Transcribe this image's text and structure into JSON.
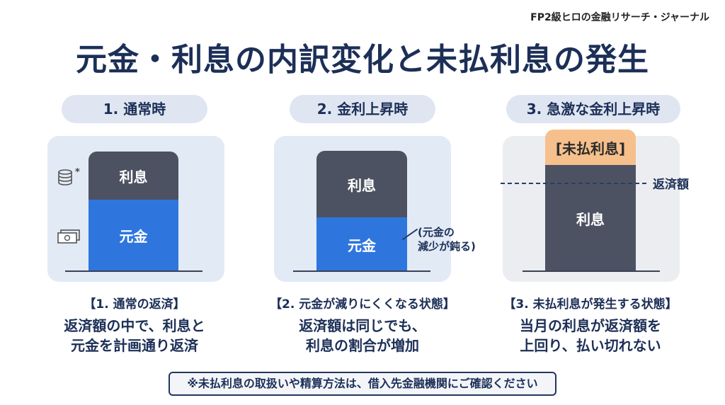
{
  "brand": "FP2級ヒロの金融リサーチ・ジャーナル",
  "title": "元金・利息の内訳変化と未払利息の発生",
  "columns": [
    {
      "heading": "1. 通常時",
      "blocks": {
        "top": "利息",
        "bottom": "元金"
      },
      "icon_note": "*",
      "caption_head": "【1. 通常の返済】",
      "caption_line1": "返済額の中で、利息と",
      "caption_line2": "元金を計画通り返済"
    },
    {
      "heading": "2. 金利上昇時",
      "blocks": {
        "top": "利息",
        "bottom": "元金"
      },
      "note_line1": "(元金の",
      "note_line2": "減少が鈍る)",
      "caption_head": "【2. 元金が減りにくくなる状態】",
      "caption_line1": "返済額は同じでも、",
      "caption_line2": "利息の割合が増加"
    },
    {
      "heading": "3. 急激な金利上昇時",
      "blocks": {
        "top": "[未払利息]",
        "bottom": "利息"
      },
      "repay_label": "返済額",
      "caption_head": "【3. 未払利息が発生する状態】",
      "caption_line1": "当月の利息が返済額を",
      "caption_line2": "上回り、払い切れない"
    }
  ],
  "footnote": "※未払利息の取扱いや精算方法は、借入先金融機関にご確認ください",
  "colors": {
    "interest": "#4d5262",
    "principal": "#2e76de",
    "unpaid": "#f6c08c",
    "title": "#1c2f57"
  },
  "icons": [
    "coin-stack-icon",
    "banknote-icon"
  ]
}
